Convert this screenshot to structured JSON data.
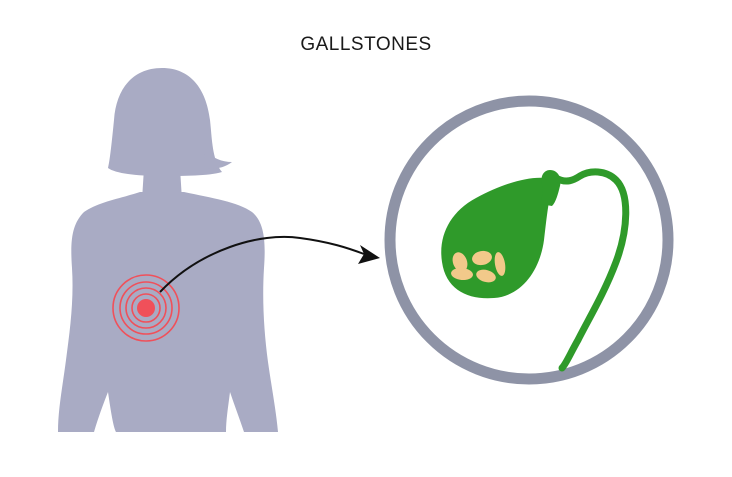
{
  "title": "GALLSTONES",
  "colors": {
    "silhouette": "#a9abc4",
    "pain": "#f0505a",
    "lens_ring": "#8e93a6",
    "gallbladder": "#2f9a2a",
    "stones": "#f2c98a",
    "arrow": "#111111"
  },
  "icons": {
    "figure": "female-torso-silhouette",
    "pain": "pain-target-icon",
    "pointer": "curved-arrow",
    "organ": "gallbladder-icon"
  }
}
